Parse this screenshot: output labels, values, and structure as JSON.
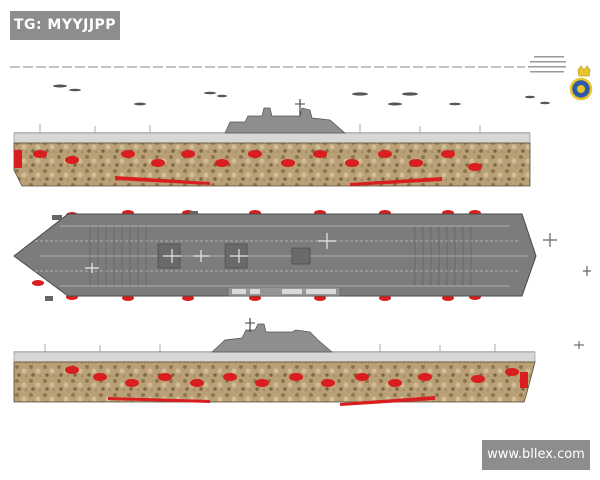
{
  "watermark": {
    "top_left": "TG: MYYJJPP",
    "bottom_right": "www.bllex.com"
  },
  "colors": {
    "hull_camo": "#b9a077",
    "deck_gray": "#7c7c7c",
    "red_marks": "#d81e1e",
    "superstructure": "#8e8e8e",
    "emblem_yellow": "#e8c62a",
    "emblem_blue": "#2e5aa8"
  },
  "drawing": {
    "views": [
      "starboard-profile",
      "flight-deck-plan",
      "port-profile"
    ],
    "emblem": "ship-crest-icon"
  }
}
